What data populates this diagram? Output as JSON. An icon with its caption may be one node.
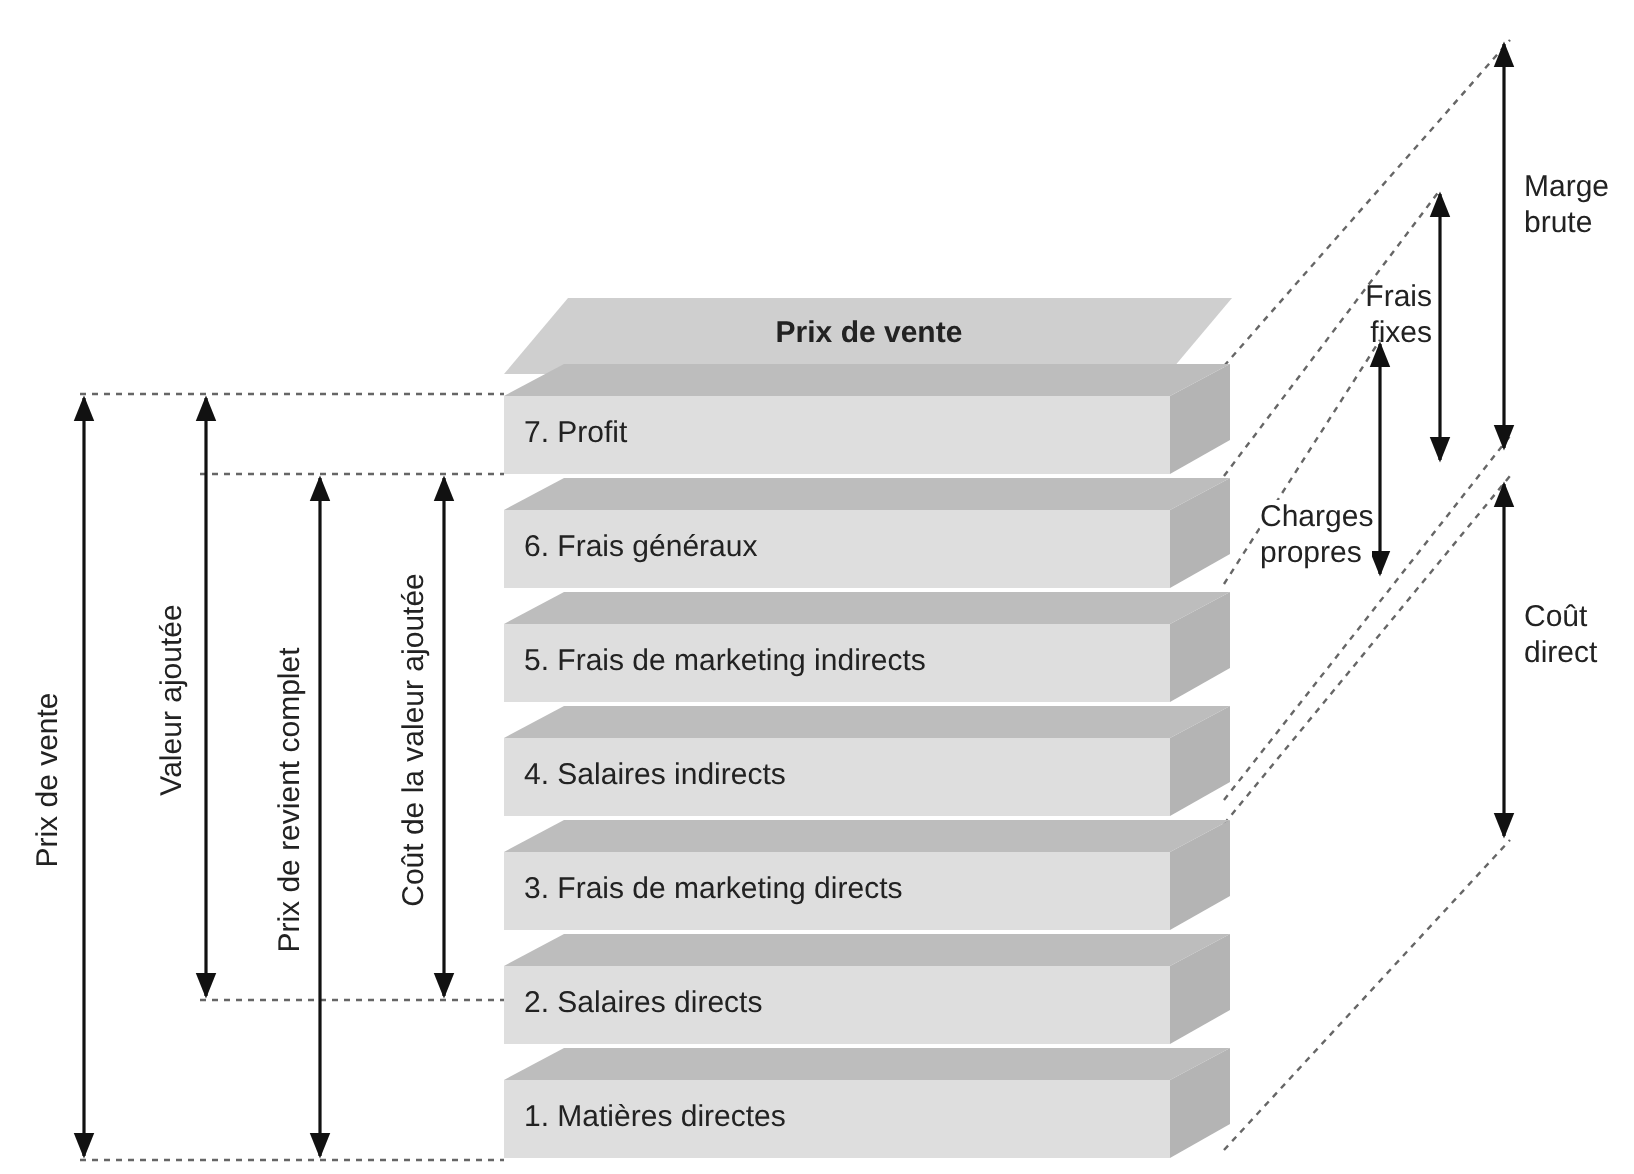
{
  "diagram": {
    "nodes": [
      {
        "text": [
          "Prix de vente"
        ]
      },
      {
        "text": [
          "7. Profit"
        ]
      },
      {
        "text": [
          "6. Frais généraux"
        ]
      },
      {
        "text": [
          "5. Frais de marketing indirects"
        ]
      },
      {
        "text": [
          "4. Salaires indirects"
        ]
      },
      {
        "text": [
          "3. Frais de marketing directs"
        ]
      },
      {
        "text": [
          "2. Salaires directs"
        ]
      },
      {
        "text": [
          "1. Matières directes"
        ]
      }
    ],
    "labels": [
      "Marge brute",
      "Frais fixes",
      "Charges propres",
      "Coût direct",
      "Prix de vente",
      "Valeur ajoutée",
      "Prix de revient complet",
      "Coût de la valeur ajoutée"
    ]
  }
}
